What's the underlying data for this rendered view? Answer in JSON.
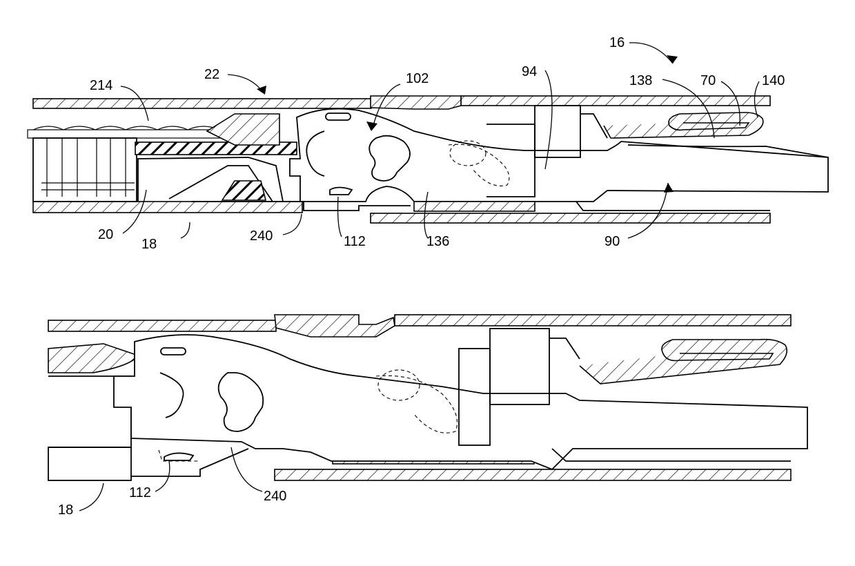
{
  "figure": {
    "upper_view": {
      "labels": {
        "l16": "16",
        "l22": "22",
        "l214": "214",
        "l102": "102",
        "l94": "94",
        "l138": "138",
        "l70": "70",
        "l140": "140",
        "l20": "20",
        "l18": "18",
        "l240": "240",
        "l112": "112",
        "l136": "136",
        "l90": "90"
      }
    },
    "lower_view": {
      "labels": {
        "l18": "18",
        "l112": "112",
        "l240": "240"
      }
    }
  }
}
